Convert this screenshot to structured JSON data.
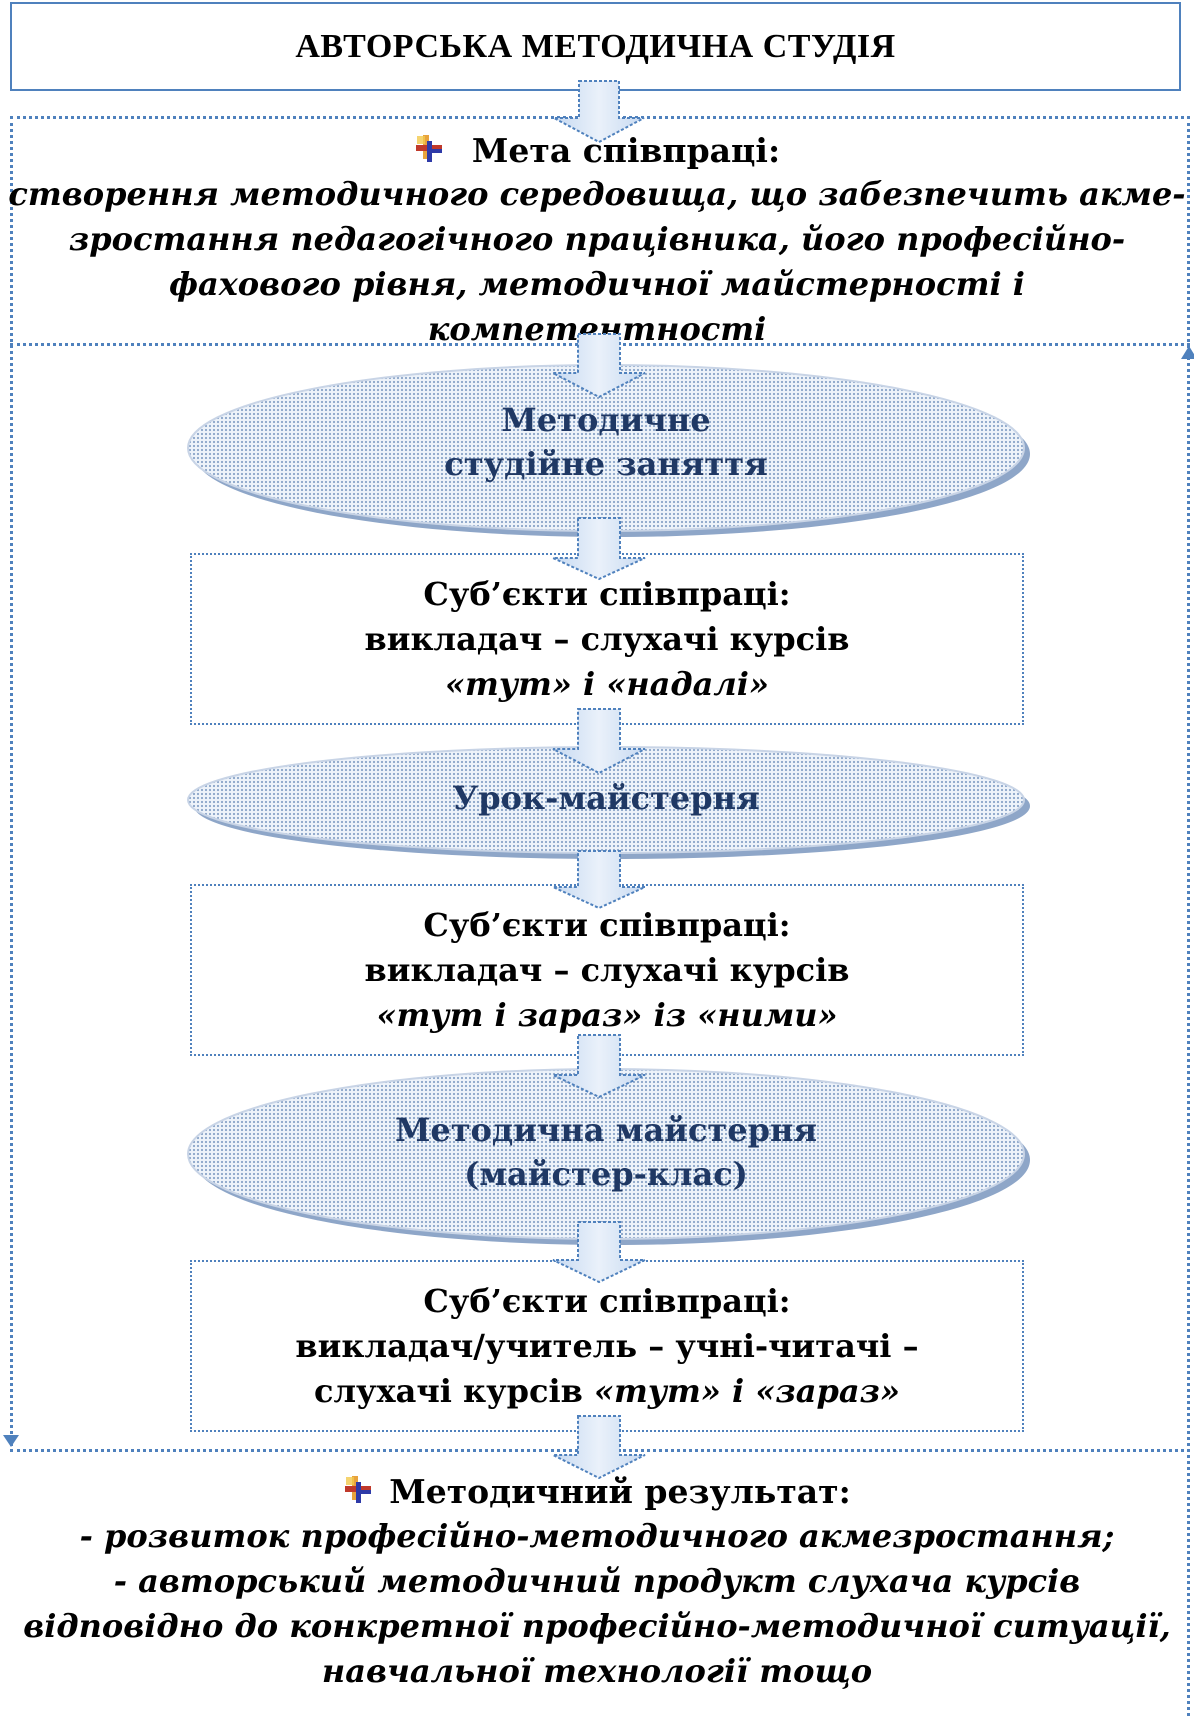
{
  "title": "АВТОРСЬКА МЕТОДИЧНА СТУДІЯ",
  "goal": {
    "heading": "Мета співпраці:",
    "lines": [
      "створення методичного середовища, що забезпечить акме-",
      "зростання педагогічного працівника, його професійно-",
      "фахового рівня, методичної майстерності і компетентності"
    ]
  },
  "stages": [
    {
      "ellipse_lines": [
        "Методичне",
        "студійне заняття"
      ],
      "subjects_heading": "Суб’єкти співпраці:",
      "subjects_line": "викладач – слухачі курсів",
      "subjects_italic": "«тут» і «надалі»"
    },
    {
      "ellipse_lines": [
        "Урок-майстерня"
      ],
      "subjects_heading": "Суб’єкти співпраці:",
      "subjects_line": "викладач – слухачі курсів",
      "subjects_italic": "«тут і зараз» із «ними»"
    },
    {
      "ellipse_lines": [
        "Методична майстерня",
        "(майстер-клас)"
      ],
      "subjects_heading": "Суб’єкти співпраці:",
      "subjects_line": "викладач/учитель – учні-читачі –",
      "subjects_line2_plain": "слухачі курсів ",
      "subjects_line2_italic": "«тут» і «зараз»"
    }
  ],
  "result": {
    "heading": "Методичний результат:",
    "lines": [
      "- розвиток професійно-методичного акмезростання;",
      "- авторський методичний продукт слухача курсів",
      "відповідно до конкретної професійно-методичної ситуації,",
      "навчальної технології тощо"
    ]
  },
  "colors": {
    "accent": "#4f81bd",
    "ellipse_text": "#1f3864",
    "ellipse_fill": "#dbe5f1",
    "arrow_fill": "#dce6f2"
  },
  "icons": {
    "bullet": "flag-bullet-icon"
  }
}
